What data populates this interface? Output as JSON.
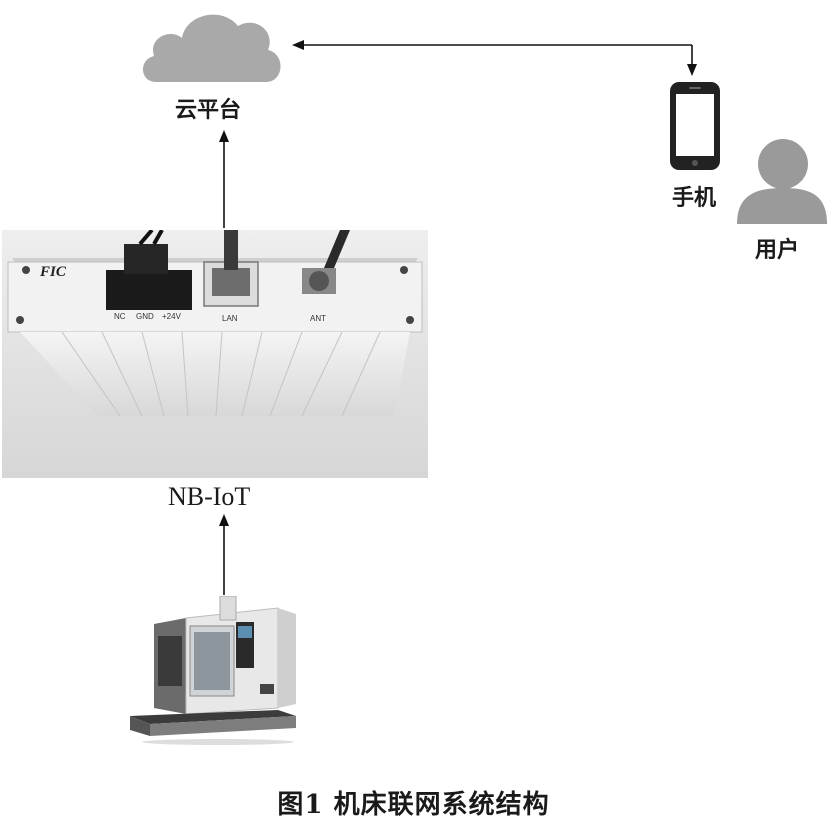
{
  "nodes": {
    "cloud": {
      "label": "云平台"
    },
    "phone": {
      "label": "手机"
    },
    "user": {
      "label": "用户"
    },
    "device": {
      "label": "NB-IoT",
      "logo": "FIC",
      "ports": {
        "nc": "NC",
        "gnd": "GND",
        "v24": "+24V",
        "lan": "LAN",
        "ant": "ANT"
      }
    }
  },
  "caption": "图1 机床联网系统结构",
  "colors": {
    "cloud": "#a9a9a9",
    "user": "#9a9a9a",
    "arrow": "#111111",
    "device_body": "#e9e9e9"
  },
  "icons": [
    "cloud-icon",
    "phone-icon",
    "user-icon",
    "iot-device-image",
    "machine-tool-image"
  ]
}
